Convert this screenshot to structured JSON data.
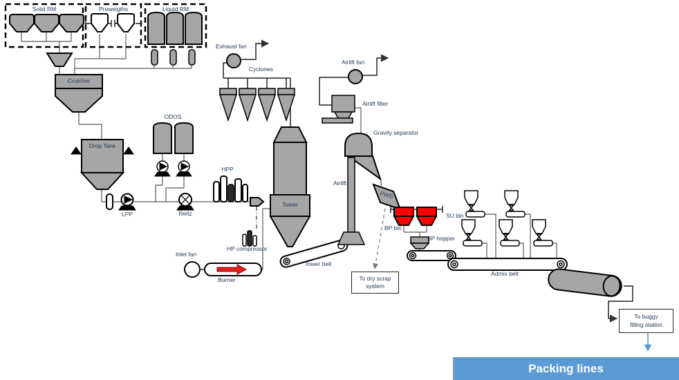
{
  "colors": {
    "accent_blue": "#5b9bd5",
    "equipment_gray": "#a6a6a6",
    "alert_red": "#ff0000",
    "label_navy": "#1f3554",
    "line_gray": "#595959"
  },
  "groups": {
    "solid_rm": "Solid RM",
    "preweights": "Preweigths",
    "liquid_rm": "Liquid RM"
  },
  "labels": {
    "crutcher": "Crutcher",
    "drop_tank": "Drop Tank",
    "odos": "ODOS",
    "lpp": "LPP",
    "reitz": "Reitz",
    "hpp": "HPP",
    "hp_compressor": "HP compressor",
    "exhaust_fan": "Exhaust fan",
    "cyclones": "Cyclones",
    "tower": "Tower",
    "tower_belt": "Tower belt",
    "inlet_fan": "Inlet fan",
    "burner": "Burner",
    "airlift_fan": "Airlift fan",
    "airlift_filter": "Airlift filter",
    "gravity_separator": "Gravity separator",
    "airlift": "Airlift",
    "pws": "PWS",
    "bp_bin": "BP bin",
    "su_bin": "SU bin",
    "bp_hopper": "BP hopper",
    "admix_belt": "Admix belt"
  },
  "notes": {
    "dry_scrap": {
      "line1": "To dry scrap",
      "line2": "system"
    },
    "buggy": {
      "line1": "To buggy",
      "line2": "filling station"
    }
  },
  "footer": {
    "packing_lines": "Packing lines"
  }
}
